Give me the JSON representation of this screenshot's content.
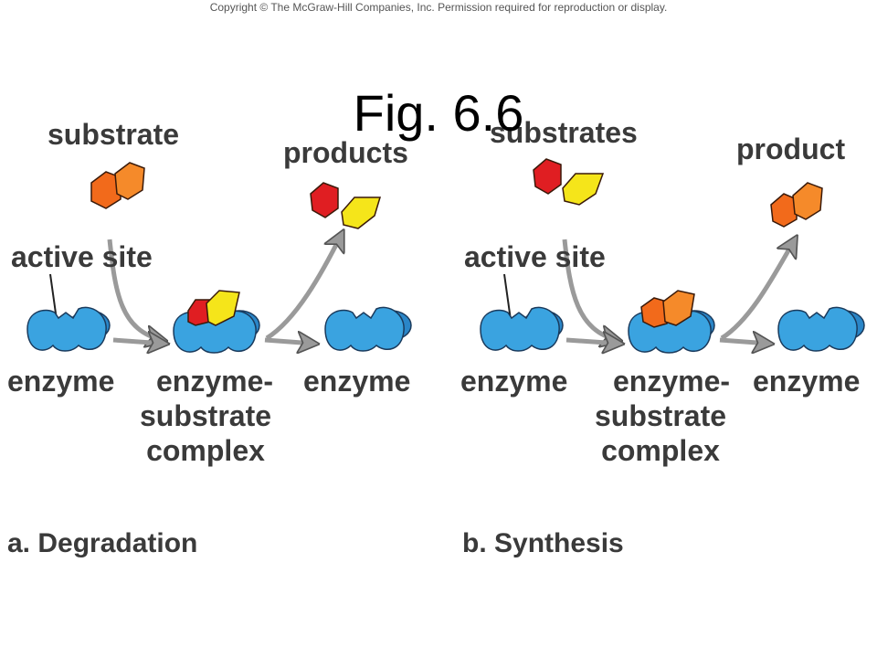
{
  "copyright": "Copyright © The McGraw-Hill Companies, Inc. Permission required for reproduction or display.",
  "title": "Fig. 6.6",
  "colors": {
    "enzyme": "#3aa3e0",
    "enzyme_dark": "#1a3a5c",
    "arrow": "#9a9a9a",
    "orange": "#f26a1b",
    "red": "#e01e22",
    "yellow": "#f5e51a"
  },
  "panel_a": {
    "substrate": "substrate",
    "products": "products",
    "active_site": "active site",
    "enzyme_1": "enzyme",
    "complex_line1": "enzyme-",
    "complex_line2": "substrate",
    "complex_line3": "complex",
    "enzyme_2": "enzyme",
    "caption": "a. Degradation"
  },
  "panel_b": {
    "substrates": "substrates",
    "product": "product",
    "active_site": "active site",
    "enzyme_1": "enzyme",
    "complex_line1": "enzyme-",
    "complex_line2": "substrate",
    "complex_line3": "complex",
    "enzyme_2": "enzyme",
    "caption": "b. Synthesis"
  }
}
